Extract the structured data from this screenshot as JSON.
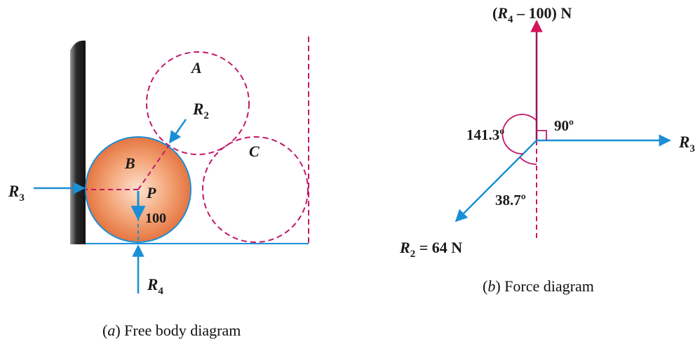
{
  "colors": {
    "force_blue": "#1b8fd6",
    "dashed_magenta": "#c2186b",
    "wall": "#2b2b2b",
    "sphere_light": "#fbd3b5",
    "sphere_dark": "#e8703a",
    "arrow_red": "#d4145a"
  },
  "fbd": {
    "caption_letter": "a",
    "caption_text": "Free body diagram",
    "circle_a": "A",
    "circle_b": "B",
    "circle_c": "C",
    "point_p": "P",
    "weight": "100",
    "r2": {
      "sym": "R",
      "sub": "2"
    },
    "r3": {
      "sym": "R",
      "sub": "3"
    },
    "r4": {
      "sym": "R",
      "sub": "4"
    }
  },
  "force": {
    "caption_letter": "b",
    "caption_text": "Force diagram",
    "top_open": "(",
    "top_sym": "R",
    "top_sub": "4",
    "top_rest": " – 100) N",
    "r3": {
      "sym": "R",
      "sub": "3"
    },
    "r2": {
      "sym": "R",
      "sub": "2",
      "value": " = 64 N"
    },
    "angle_90": "90º",
    "angle_141": "141.3º",
    "angle_38": "38.7º"
  }
}
